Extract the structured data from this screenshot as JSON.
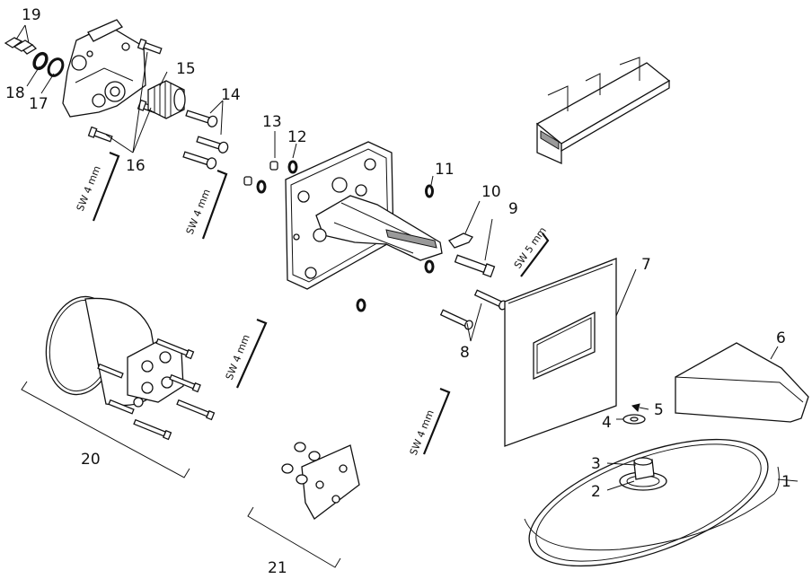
{
  "diagram": {
    "labels": [
      "1",
      "2",
      "3",
      "4",
      "5",
      "6",
      "7",
      "8",
      "9",
      "10",
      "11",
      "12",
      "13",
      "14",
      "15",
      "16",
      "17",
      "18",
      "19",
      "20",
      "21"
    ],
    "tools": [
      "SW 4 mm",
      "SW 4 mm",
      "SW 4 mm",
      "SW 4 mm",
      "SW 5 mm"
    ]
  }
}
